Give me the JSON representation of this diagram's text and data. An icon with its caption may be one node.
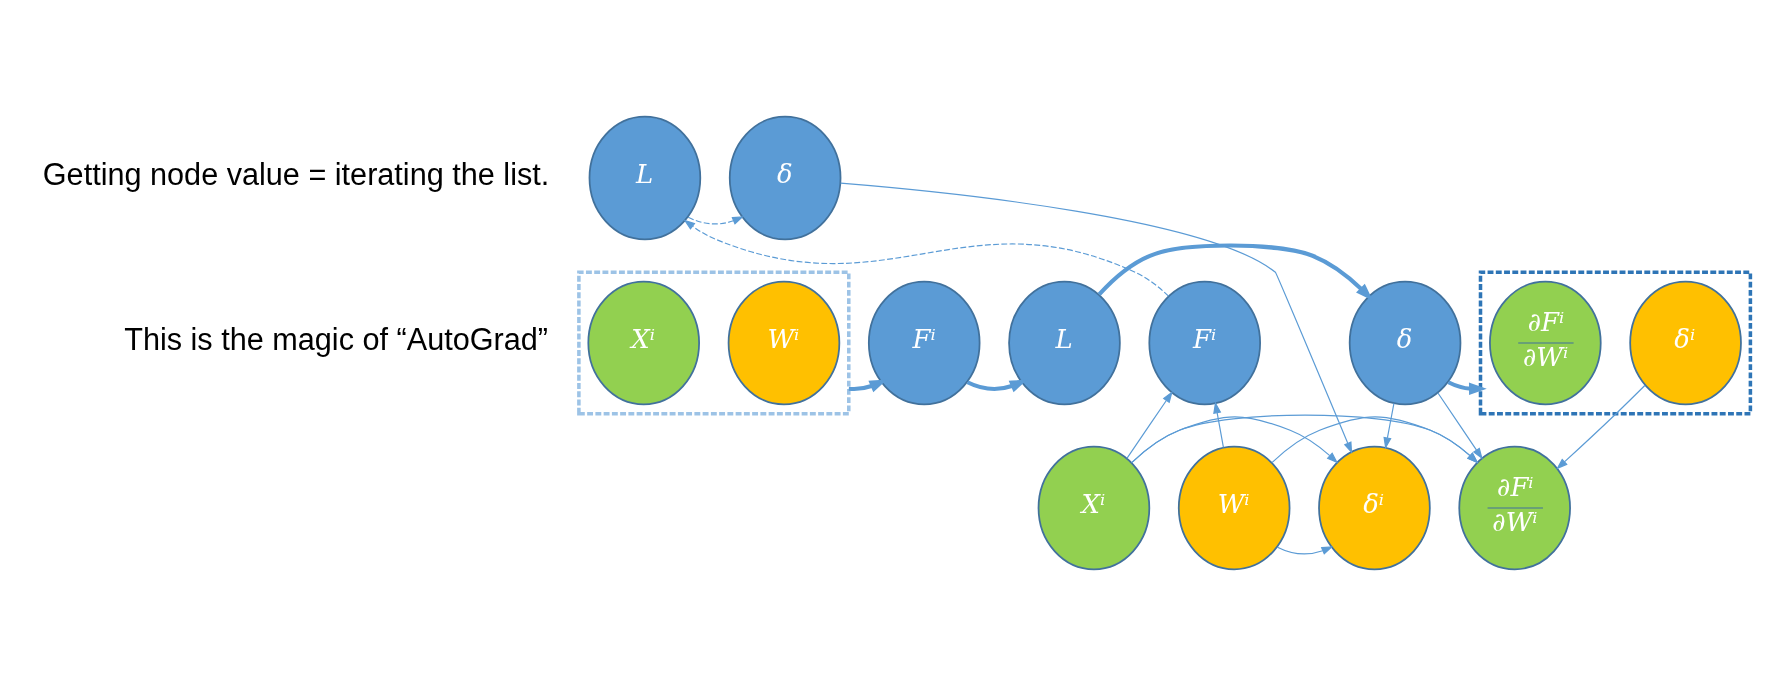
{
  "diagram": {
    "nodes": [
      {
        "text": [],
        "shape": "box"
      },
      {
        "text": [
          "Xⁱ"
        ],
        "in": 0
      },
      {
        "text": [
          "Wⁱ"
        ],
        "in": 0
      },
      {
        "text": [
          "Fⁱ"
        ]
      },
      {
        "text": [
          "L"
        ]
      },
      {
        "text": [
          "Fⁱ"
        ]
      },
      {
        "text": [
          "δ"
        ]
      },
      {
        "text": [
          "L"
        ]
      },
      {
        "text": [
          "δ"
        ]
      },
      {
        "text": [],
        "shape": "box"
      },
      {
        "text": [
          "∂Fⁱ",
          "∂Wⁱ"
        ],
        "in": 9
      },
      {
        "text": [
          "δⁱ"
        ],
        "in": 9
      },
      {
        "text": [
          "Xⁱ"
        ]
      },
      {
        "text": [
          "Wⁱ"
        ]
      },
      {
        "text": [
          "δⁱ"
        ]
      },
      {
        "text": [
          "∂Fⁱ",
          "∂Wⁱ"
        ]
      }
    ],
    "edges": [
      {
        "from": 0,
        "to": 3,
        "arrow": "to",
        "style": "thick"
      },
      {
        "from": 3,
        "to": 4,
        "arrow": "to",
        "style": "thick"
      },
      {
        "from": 4,
        "to": 6,
        "arrow": "to",
        "style": "thick"
      },
      {
        "from": 6,
        "to": 9,
        "arrow": "to",
        "style": "thick"
      },
      {
        "from": 5,
        "to": 7,
        "arrow": "to",
        "style": "dashed"
      },
      {
        "from": 7,
        "to": 8,
        "arrow": "to",
        "style": "dashed"
      },
      {
        "from": 12,
        "to": 5,
        "arrow": "to"
      },
      {
        "from": 13,
        "to": 5,
        "arrow": "to"
      },
      {
        "from": 6,
        "to": 14,
        "arrow": "to"
      },
      {
        "from": 6,
        "to": 15,
        "arrow": "to"
      },
      {
        "from": 8,
        "to": 14,
        "arrow": "to"
      },
      {
        "from": 11,
        "to": 15,
        "arrow": "to"
      },
      {
        "from": 13,
        "to": 14,
        "arrow": "to"
      },
      {
        "from": 12,
        "to": 14,
        "arrow": "to"
      },
      {
        "from": 12,
        "to": 15,
        "arrow": "to"
      },
      {
        "from": 13,
        "to": 15,
        "arrow": "to"
      }
    ],
    "labels": [
      "Getting node value = iterating the list.",
      "This is the magic of “AutoGrad”"
    ]
  }
}
